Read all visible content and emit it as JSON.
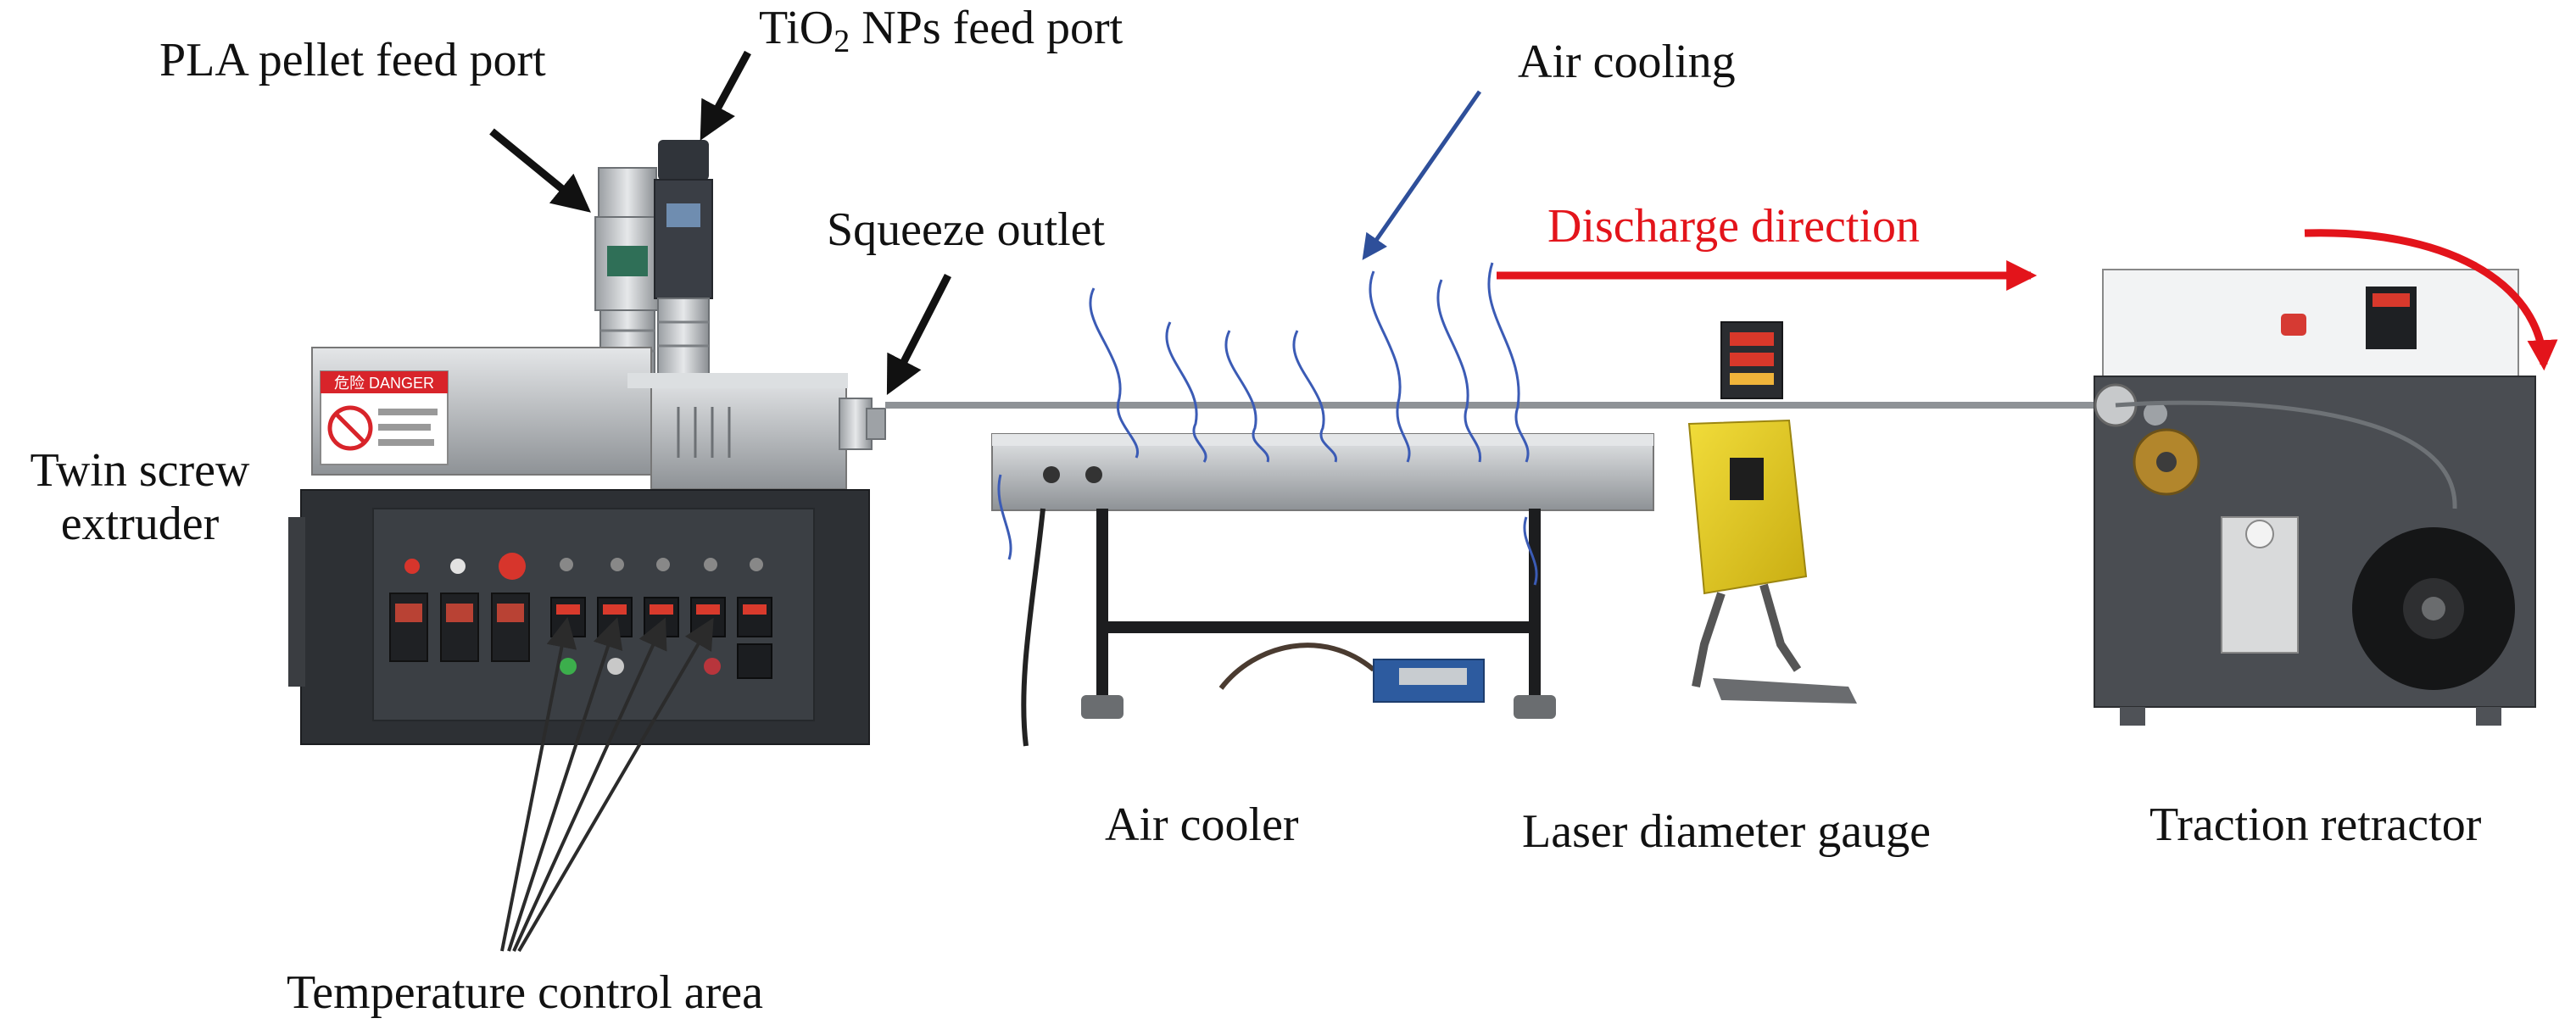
{
  "labels": {
    "pla_feed_port": "PLA pellet feed port",
    "tio2_feed_prefix": "TiO",
    "tio2_feed_subscript": "2",
    "tio2_feed_suffix": " NPs feed port",
    "air_cooling": "Air cooling",
    "squeeze_outlet": "Squeeze outlet",
    "discharge_direction": "Discharge direction",
    "twin_screw_line1": "Twin screw",
    "twin_screw_line2": "extruder",
    "air_cooler": "Air cooler",
    "laser_gauge": "Laser diameter gauge",
    "traction_retractor": "Traction retractor",
    "temperature_control": "Temperature control area"
  },
  "equipment_text": {
    "danger_sign": "危险 DANGER"
  },
  "colors": {
    "label_text": "#111111",
    "discharge_arrow": "#e3141b",
    "air_cooling_arrow": "#2e4f9a",
    "airflow_lines": "#3b5bb5",
    "extruder_body": "#b9bcbf",
    "control_panel": "#2d3034",
    "gauge_yellow": "#e8d021",
    "retractor_body": "#4a4d52"
  }
}
